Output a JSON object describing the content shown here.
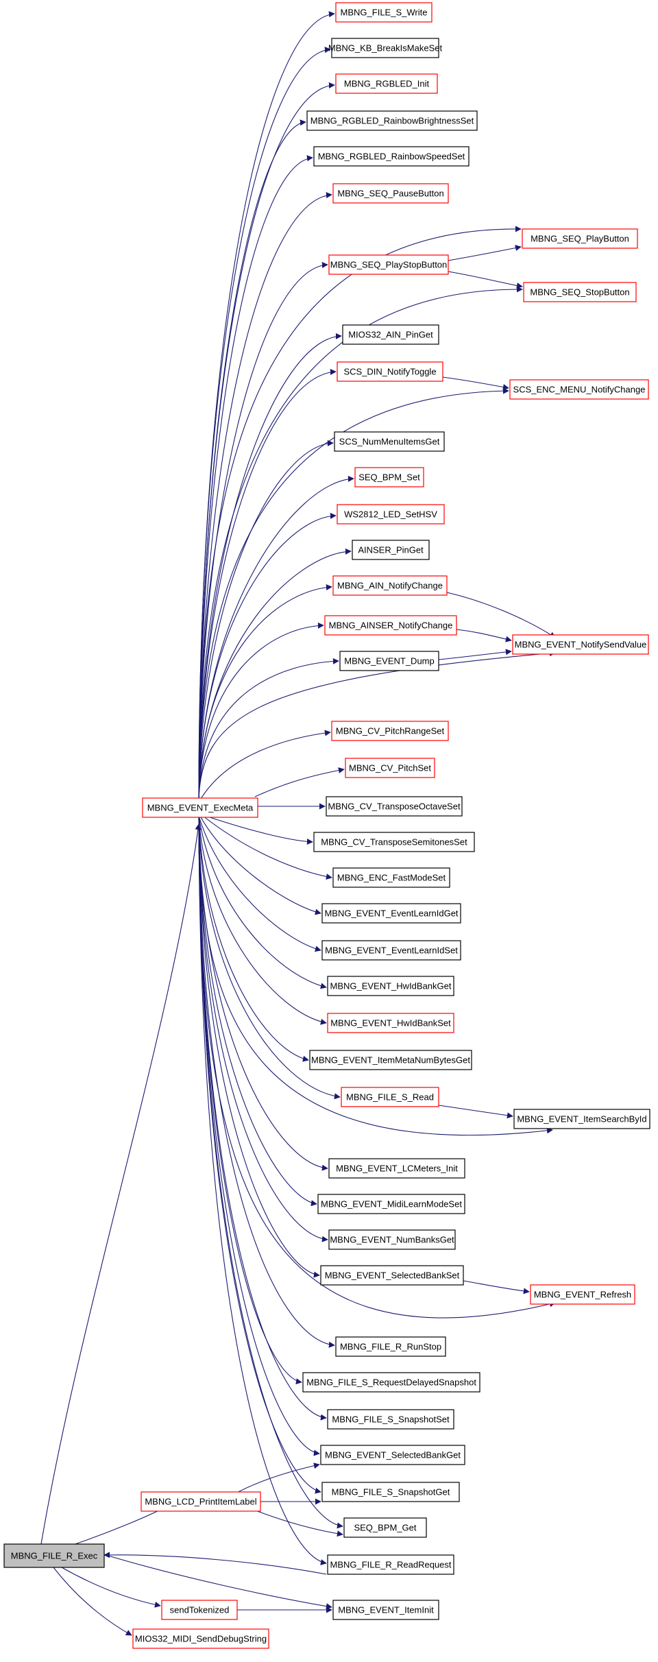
{
  "colors": {
    "edge": "#191970",
    "documented_border": "#000000",
    "undocumented_border": "#ff0000",
    "root_fill": "#bfbfbf"
  },
  "nodes": {
    "root": "MBNG_FILE_R_Exec",
    "exec_meta": "MBNG_EVENT_ExecMeta",
    "lcd_print": "MBNG_LCD_PrintItemLabel",
    "send_tokenized": "sendTokenized",
    "mios32_debug": "MIOS32_MIDI_SendDebugString",
    "file_s_write": "MBNG_FILE_S_Write",
    "kb_break": "MBNG_KB_BreakIsMakeSet",
    "rgbled_init": "MBNG_RGBLED_Init",
    "rgbled_bright": "MBNG_RGBLED_RainbowBrightnessSet",
    "rgbled_speed": "MBNG_RGBLED_RainbowSpeedSet",
    "seq_pause": "MBNG_SEQ_PauseButton",
    "seq_playstop": "MBNG_SEQ_PlayStopButton",
    "mios32_ain": "MIOS32_AIN_PinGet",
    "scs_din": "SCS_DIN_NotifyToggle",
    "scs_num": "SCS_NumMenuItemsGet",
    "seq_bpm_set": "SEQ_BPM_Set",
    "ws2812": "WS2812_LED_SetHSV",
    "ainser_pin": "AINSER_PinGet",
    "ain_notify": "MBNG_AIN_NotifyChange",
    "ainser_notify": "MBNG_AINSER_NotifyChange",
    "event_dump": "MBNG_EVENT_Dump",
    "cv_pitchrange": "MBNG_CV_PitchRangeSet",
    "cv_pitch": "MBNG_CV_PitchSet",
    "cv_transoct": "MBNG_CV_TransposeOctaveSet",
    "cv_transsemi": "MBNG_CV_TransposeSemitonesSet",
    "enc_fast": "MBNG_ENC_FastModeSet",
    "learn_get": "MBNG_EVENT_EventLearnIdGet",
    "learn_set": "MBNG_EVENT_EventLearnIdSet",
    "hwid_get": "MBNG_EVENT_HwIdBankGet",
    "hwid_set": "MBNG_EVENT_HwIdBankSet",
    "meta_num": "MBNG_EVENT_ItemMetaNumBytesGet",
    "file_s_read": "MBNG_FILE_S_Read",
    "lcmeters": "MBNG_EVENT_LCMeters_Init",
    "midilearn": "MBNG_EVENT_MidiLearnModeSet",
    "numbanks": "MBNG_EVENT_NumBanksGet",
    "selbank_set": "MBNG_EVENT_SelectedBankSet",
    "runstop": "MBNG_FILE_R_RunStop",
    "req_snap": "MBNG_FILE_S_RequestDelayedSnapshot",
    "snap_set": "MBNG_FILE_S_SnapshotSet",
    "selbank_get": "MBNG_EVENT_SelectedBankGet",
    "snap_get": "MBNG_FILE_S_SnapshotGet",
    "bpm_get": "SEQ_BPM_Get",
    "read_req": "MBNG_FILE_R_ReadRequest",
    "item_init": "MBNG_EVENT_ItemInit",
    "seq_play": "MBNG_SEQ_PlayButton",
    "seq_stop": "MBNG_SEQ_StopButton",
    "scs_enc": "SCS_ENC_MENU_NotifyChange",
    "notify_send": "MBNG_EVENT_NotifySendValue",
    "item_search": "MBNG_EVENT_ItemSearchById",
    "refresh": "MBNG_EVENT_Refresh"
  }
}
